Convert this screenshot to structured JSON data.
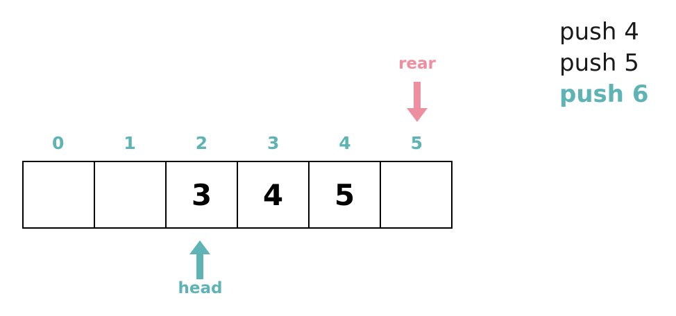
{
  "diagram": {
    "title": "queue-array-push-operations",
    "colors": {
      "accent_teal": "#5EB3B4",
      "accent_pink": "#EE8FA0",
      "box_border": "#000000",
      "text": "#000000",
      "background": "#ffffff"
    },
    "array": {
      "indices": [
        "0",
        "1",
        "2",
        "3",
        "4",
        "5"
      ],
      "cells": [
        {
          "index": "0",
          "value": ""
        },
        {
          "index": "1",
          "value": ""
        },
        {
          "index": "2",
          "value": "3"
        },
        {
          "index": "3",
          "value": "4"
        },
        {
          "index": "4",
          "value": "5"
        },
        {
          "index": "5",
          "value": ""
        }
      ]
    },
    "pointers": {
      "rear": {
        "label": "rear",
        "points_to_index": "5",
        "direction": "down",
        "color": "#EE8FA0"
      },
      "head": {
        "label": "head",
        "points_to_index": "2",
        "direction": "up",
        "color": "#5EB3B4"
      }
    },
    "operations": [
      {
        "label": "push 4",
        "highlighted": false
      },
      {
        "label": "push 5",
        "highlighted": false
      },
      {
        "label": "push 6",
        "highlighted": true
      }
    ]
  }
}
